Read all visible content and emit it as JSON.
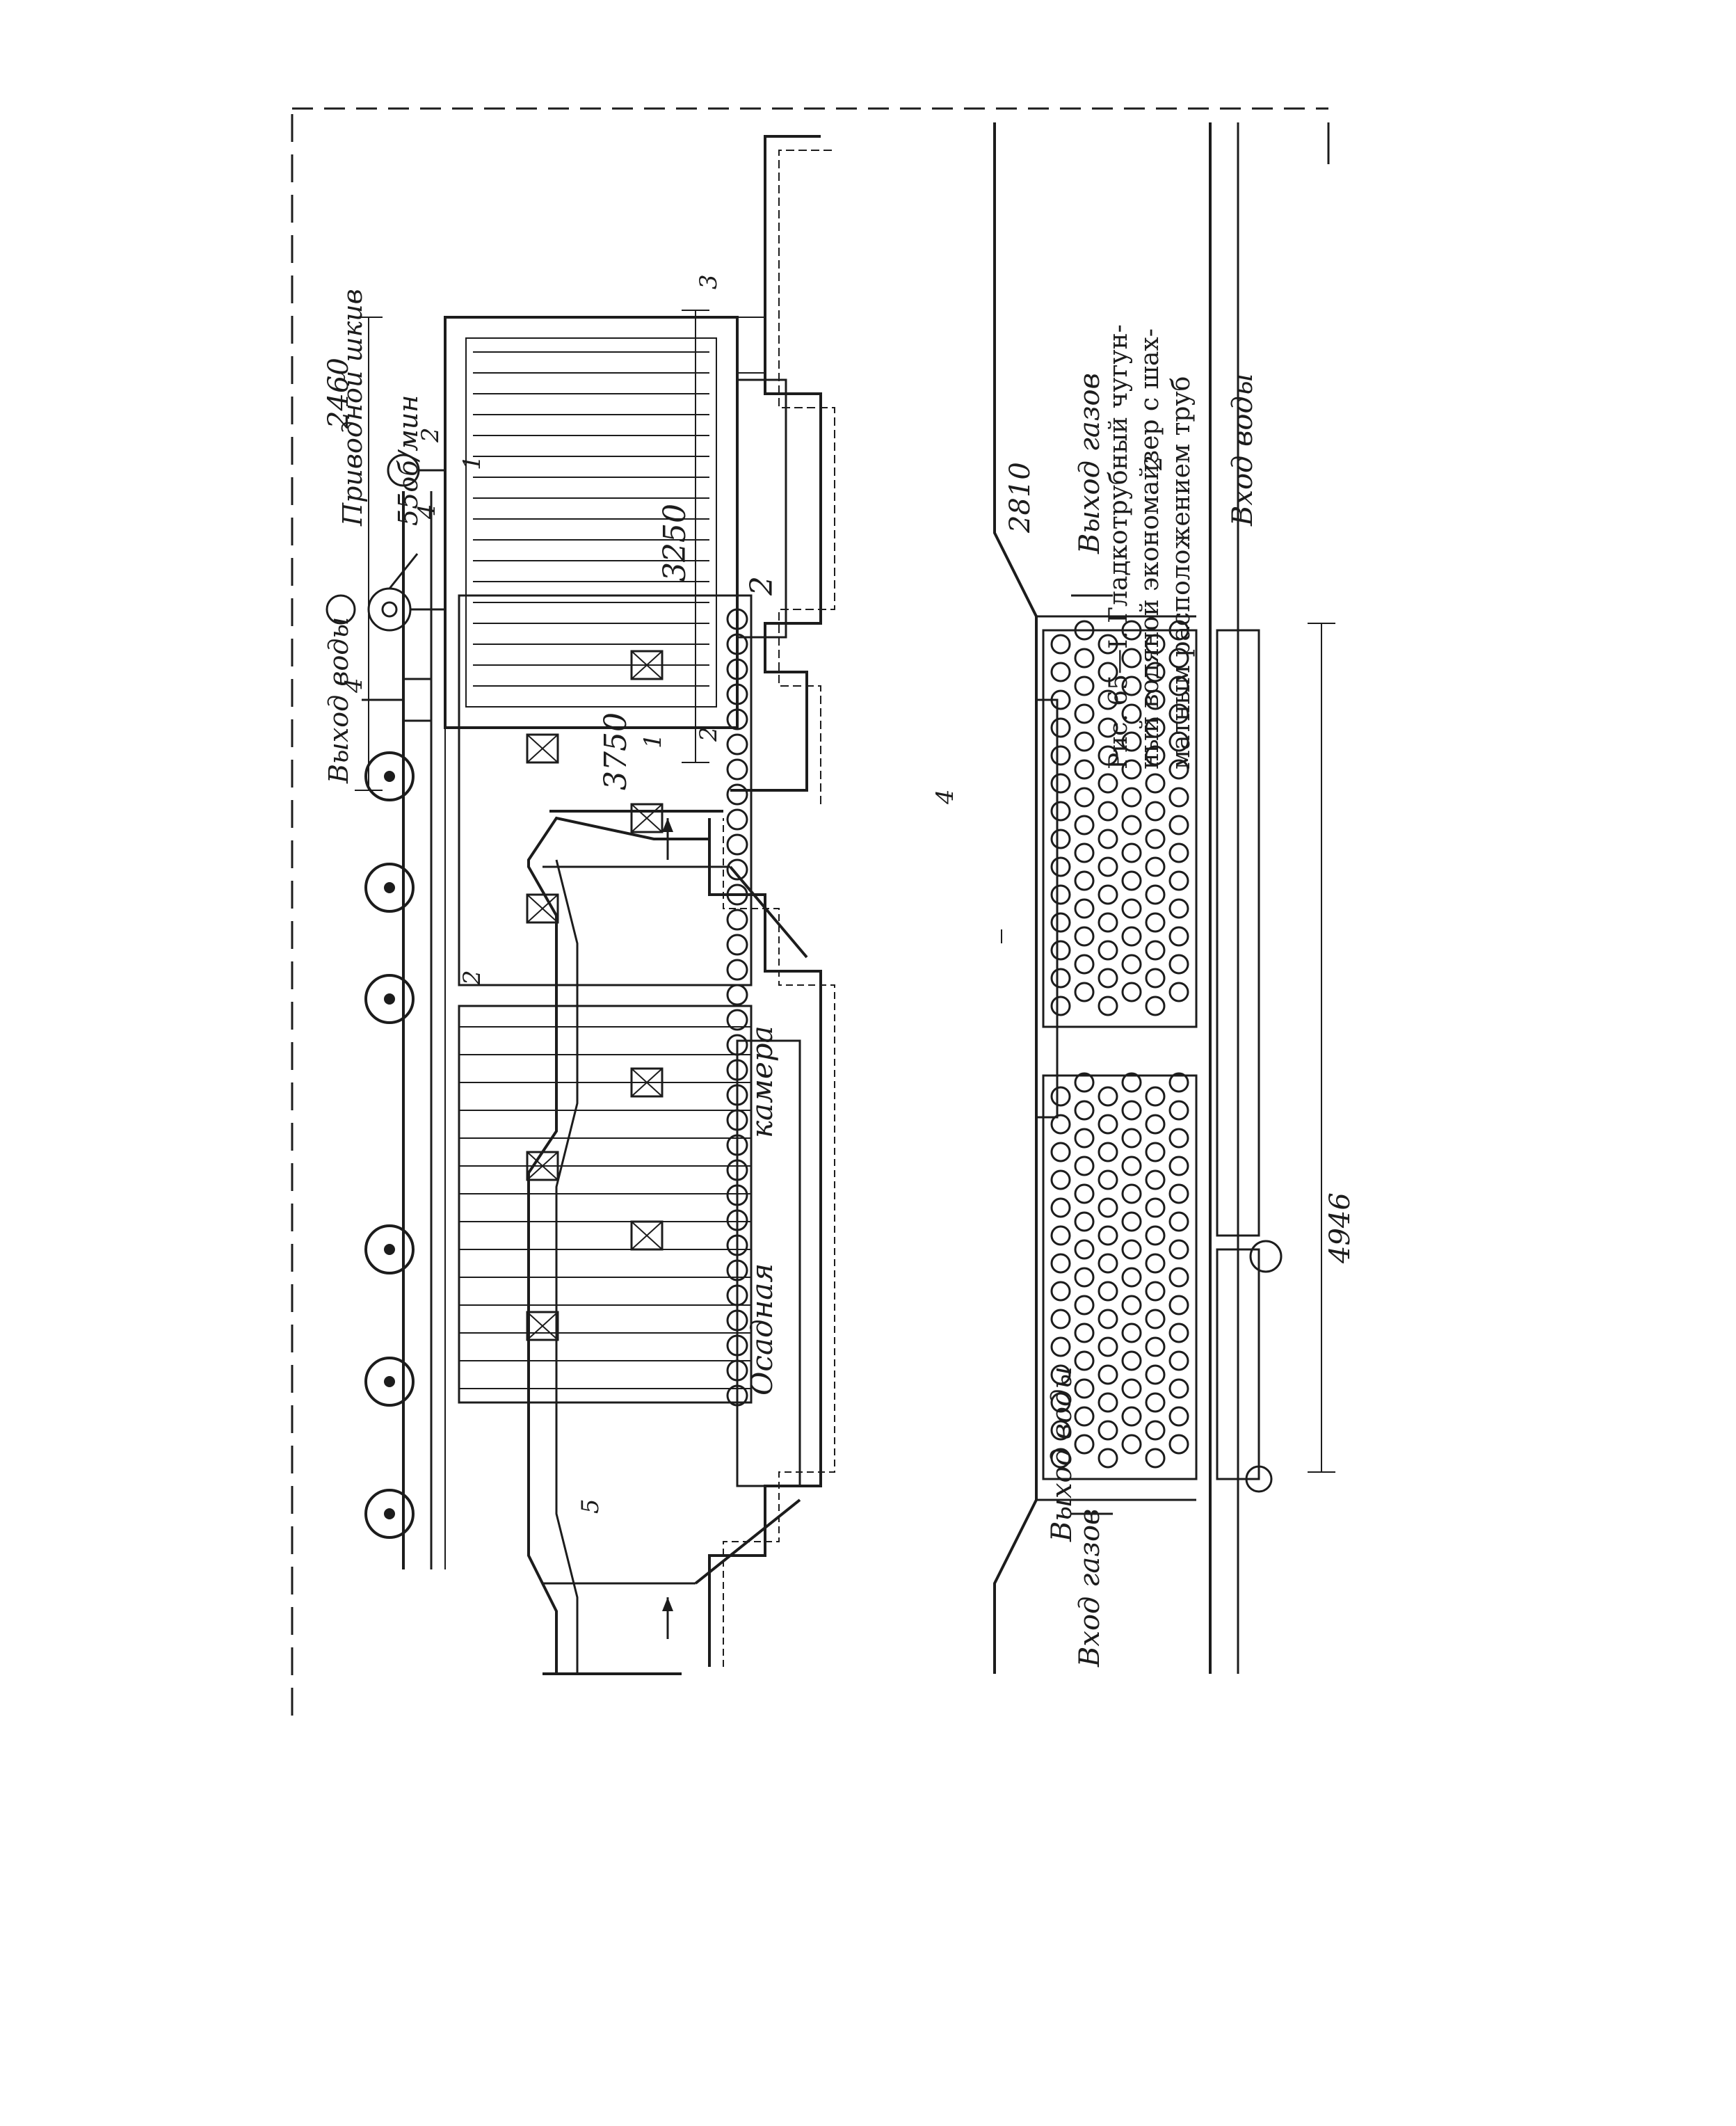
{
  "figure": {
    "caption_lines": [
      "Рис. 65—I. Гладкотрубный чугун-",
      "ный водяной экономайзер с шах-",
      "матным расположением труб"
    ]
  },
  "top_left_view": {
    "chamber_label": "Осадная",
    "chamber_label_2": "камера",
    "callouts": [
      "1",
      "2",
      "4",
      "5",
      "2",
      "2"
    ]
  },
  "top_right_view": {
    "water_outlet": "Выход воды",
    "drive_pulley": "Приводной шкив",
    "drive_speed": "55об/мин",
    "dim_2460": "2460",
    "dim_3250": "3250",
    "dim_3750": "3750",
    "callouts": [
      "1",
      "2",
      "3",
      "4",
      "2"
    ]
  },
  "bottom_view": {
    "gas_inlet": "Вход газов",
    "gas_outlet": "Выход газов",
    "water_inlet": "Вход воды",
    "water_outlet": "Выход воды",
    "dim_2810": "2810",
    "dim_4946": "4946",
    "callouts": [
      "4",
      "2"
    ]
  }
}
